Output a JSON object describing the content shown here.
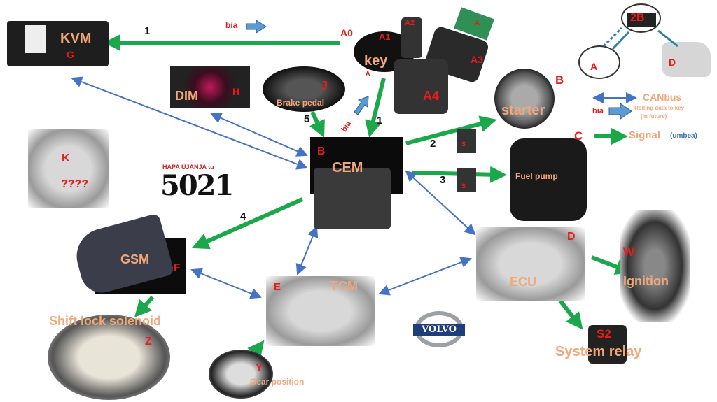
{
  "nodes": {
    "kvm": {
      "name": "KVM",
      "letter": "G"
    },
    "dim": {
      "name": "DIM",
      "letter": "H"
    },
    "brake": {
      "name": "Brake pedal",
      "letter": "J"
    },
    "key": {
      "name": "key",
      "letter": "A",
      "variants": [
        "A0",
        "A1",
        "A2",
        "A3",
        "A4",
        "A"
      ]
    },
    "cem": {
      "name": "CEM",
      "letter": "B"
    },
    "starter": {
      "name": "starter",
      "letter": "B"
    },
    "fuel": {
      "name": "Fuel pump",
      "letter": "C"
    },
    "relay": {
      "letter": "S"
    },
    "unknown": {
      "name": "????",
      "letter": "K"
    },
    "gsm": {
      "name": "GSM",
      "letter": "F"
    },
    "shiftlock": {
      "name": "Shift lock solenoid",
      "letter": "Z"
    },
    "tcm": {
      "name": "TCM",
      "letter": "E"
    },
    "gear": {
      "name": "Gear position",
      "letter": "Y"
    },
    "ecu": {
      "name": "ECU",
      "letter": "D"
    },
    "ignition": {
      "name": "Ignition",
      "letter": "W"
    },
    "sysrelay": {
      "name": "System relay",
      "letter": "S2"
    }
  },
  "logo": {
    "tagline": "HAPA UJANJA tu",
    "number": "5021"
  },
  "brand": "VOLVO",
  "arrow_numbers": [
    "1",
    "1",
    "5",
    "2",
    "3",
    "4"
  ],
  "bia": "bia",
  "inset": {
    "top": "2B",
    "left": "A",
    "right": "D"
  },
  "legend": {
    "canbus": "CANbus",
    "rolling": "Rolling data to key",
    "rolling_note": "(in future)",
    "bia": "bia",
    "signal": "Signal",
    "signal_note": "(umbea)"
  },
  "colors": {
    "signal": "#1aa84a",
    "canbus": "#4472c4",
    "label": "#f0a77a",
    "letter": "#e81c1c"
  }
}
